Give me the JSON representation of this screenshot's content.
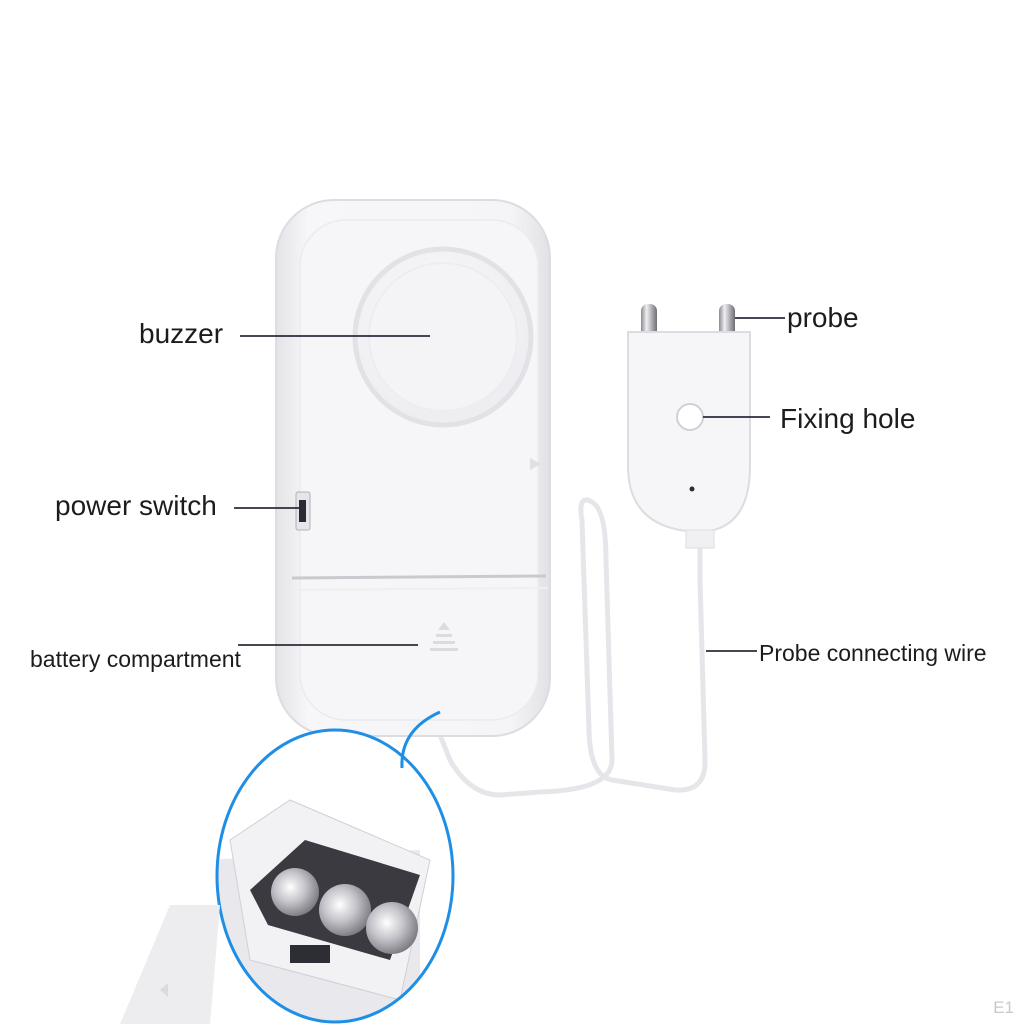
{
  "labels": {
    "buzzer": "buzzer",
    "power_switch": "power switch",
    "battery_compartment": "battery compartment",
    "probe": "probe",
    "fixing_hole": "Fixing hole",
    "probe_wire": "Probe connecting wire"
  },
  "watermark": "E1",
  "colors": {
    "device_body": "#f4f4f6",
    "leader_line": "#2d2d3a",
    "callout_outline": "#1f8fe6",
    "battery_metal": "#b8b8be"
  }
}
